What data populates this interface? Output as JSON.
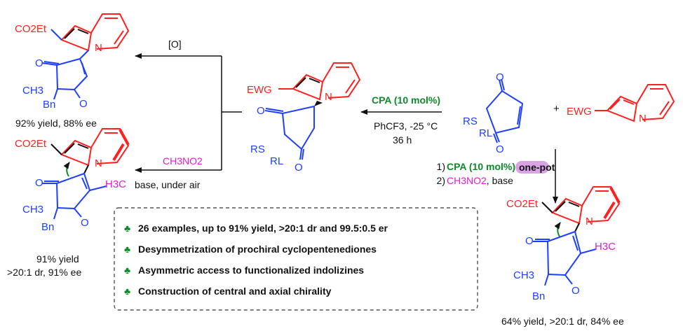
{
  "reagent": {
    "name": "CPA (10 mol%)"
  },
  "conditions": {
    "solvent_temp": "PhCF3, -25 °C",
    "time": "36 h"
  },
  "oxidation": {
    "label": "[O]"
  },
  "nitro_step": {
    "reagent": "CH3NO2",
    "conditions": "base, under air"
  },
  "onepot": {
    "badge": "one-pot",
    "step1_num": "1)",
    "step1": "CPA (10 mol%)",
    "step2_num": "2)",
    "step2_reagent": "CH3NO2",
    "step2_suffix": ", base"
  },
  "plus": "+",
  "atoms": {
    "co2et": "CO2Et",
    "ewg": "EWG",
    "n": "N",
    "o": "O",
    "ch3": "CH3",
    "bn": "Bn",
    "h3c": "H3C",
    "rs": "RS",
    "rl": "RL"
  },
  "results": {
    "top_left": "92% yield, 88% ee",
    "mid_left_1": "91% yield",
    "mid_left_2": ">20:1 dr, 91% ee",
    "bottom_right": "64% yield, >20:1 dr, 84% ee"
  },
  "highlights": {
    "bullet": "♣",
    "items": [
      "26 examples,  up to 91% yield, >20:1 dr and 99.5:0.5 er",
      "Desymmetrization of prochiral cyclopentenediones",
      "Asymmetric access to functionalized indolizines",
      "Construction of central and axial chirality"
    ]
  },
  "colors": {
    "red": "#ff2020",
    "blue": "#1f3fff",
    "green": "#0e8a2a",
    "magenta": "#e31bd8",
    "badge": "#d9a3e6"
  }
}
